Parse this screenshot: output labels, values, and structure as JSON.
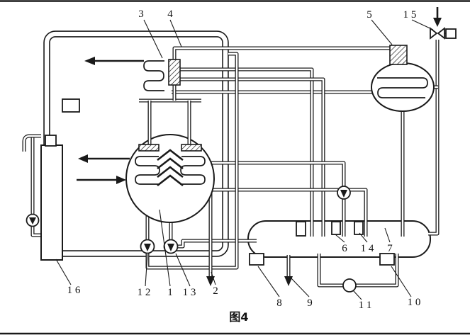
{
  "figure": {
    "caption": "图4",
    "labels": {
      "l3": "3",
      "l4": "4",
      "l5": "5",
      "l15": "1 5",
      "l16": "1 6",
      "l12": "1 2",
      "l1": "1",
      "l13": "1 3",
      "l2": "2",
      "l8": "8",
      "l9": "9",
      "l11": "1 1",
      "l10": "1 0",
      "l6": "6",
      "l14": "1 4",
      "l7": "7"
    },
    "colors": {
      "ink": "#1a1a1a",
      "paper": "#ffffff"
    }
  }
}
